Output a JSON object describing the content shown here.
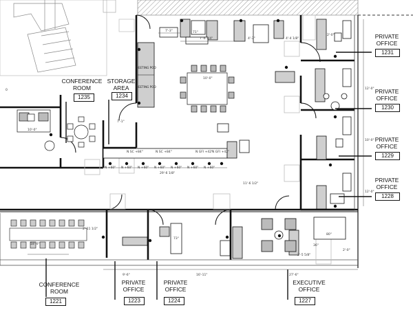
{
  "rooms": [
    {
      "key": "private_1231",
      "name": [
        "PRIVATE",
        "OFFICE"
      ],
      "number": "1231"
    },
    {
      "key": "private_1230",
      "name": [
        "PRIVATE",
        "OFFICE"
      ],
      "number": "1230"
    },
    {
      "key": "private_1229",
      "name": [
        "PRIVATE",
        "OFFICE"
      ],
      "number": "1229"
    },
    {
      "key": "private_1228",
      "name": [
        "PRIVATE",
        "OFFICE"
      ],
      "number": "1228"
    },
    {
      "key": "conference_1235",
      "name": [
        "CONFERENCE",
        "ROOM"
      ],
      "number": "1235"
    },
    {
      "key": "storage_1234",
      "name": [
        "STORAGE",
        "AREA"
      ],
      "number": "1234"
    },
    {
      "key": "conference_1221",
      "name": [
        "CONFERENCE",
        "ROOM"
      ],
      "number": "1221"
    },
    {
      "key": "private_1223",
      "name": [
        "PRIVATE",
        "OFFICE"
      ],
      "number": "1223"
    },
    {
      "key": "private_1224",
      "name": [
        "PRIVATE",
        "OFFICE"
      ],
      "number": "1224"
    },
    {
      "key": "executive_1227",
      "name": [
        "EXECUTIVE",
        "OFFICE"
      ],
      "number": "1227"
    }
  ],
  "pods": [
    "MEETING POD",
    "MEETING POD"
  ],
  "dimensions": [
    "7'-3\"",
    "7'-6 3/4\"",
    "4'-3\"",
    "4'-4 1/8\"",
    "10'-0\"",
    "29'-6 1/8\"",
    "11'-6 1/2\"",
    "9'-6\"",
    "16'-11\"",
    "27'-6\"",
    "18'-0\"",
    "2'-11 1/2\"",
    "10'-0\"",
    "12'-0\"",
    "12'-0\"",
    "10'-0\"",
    "7'-1\"",
    "2'-0\"",
    "2'-0\"",
    "36\"",
    "80\"",
    "73\"",
    "71\"",
    "2'-5 5/8\""
  ],
  "outlet_labels": [
    "N SC +84\"",
    "N SC +84\"",
    "N GFI +42\"",
    "N GFI +42\"",
    "N +60\"",
    "N +60\"",
    "N +60\"",
    "N +60\"",
    "N +60\"",
    "N +60\"",
    "N +60\""
  ],
  "misc_labels": [
    "0"
  ]
}
